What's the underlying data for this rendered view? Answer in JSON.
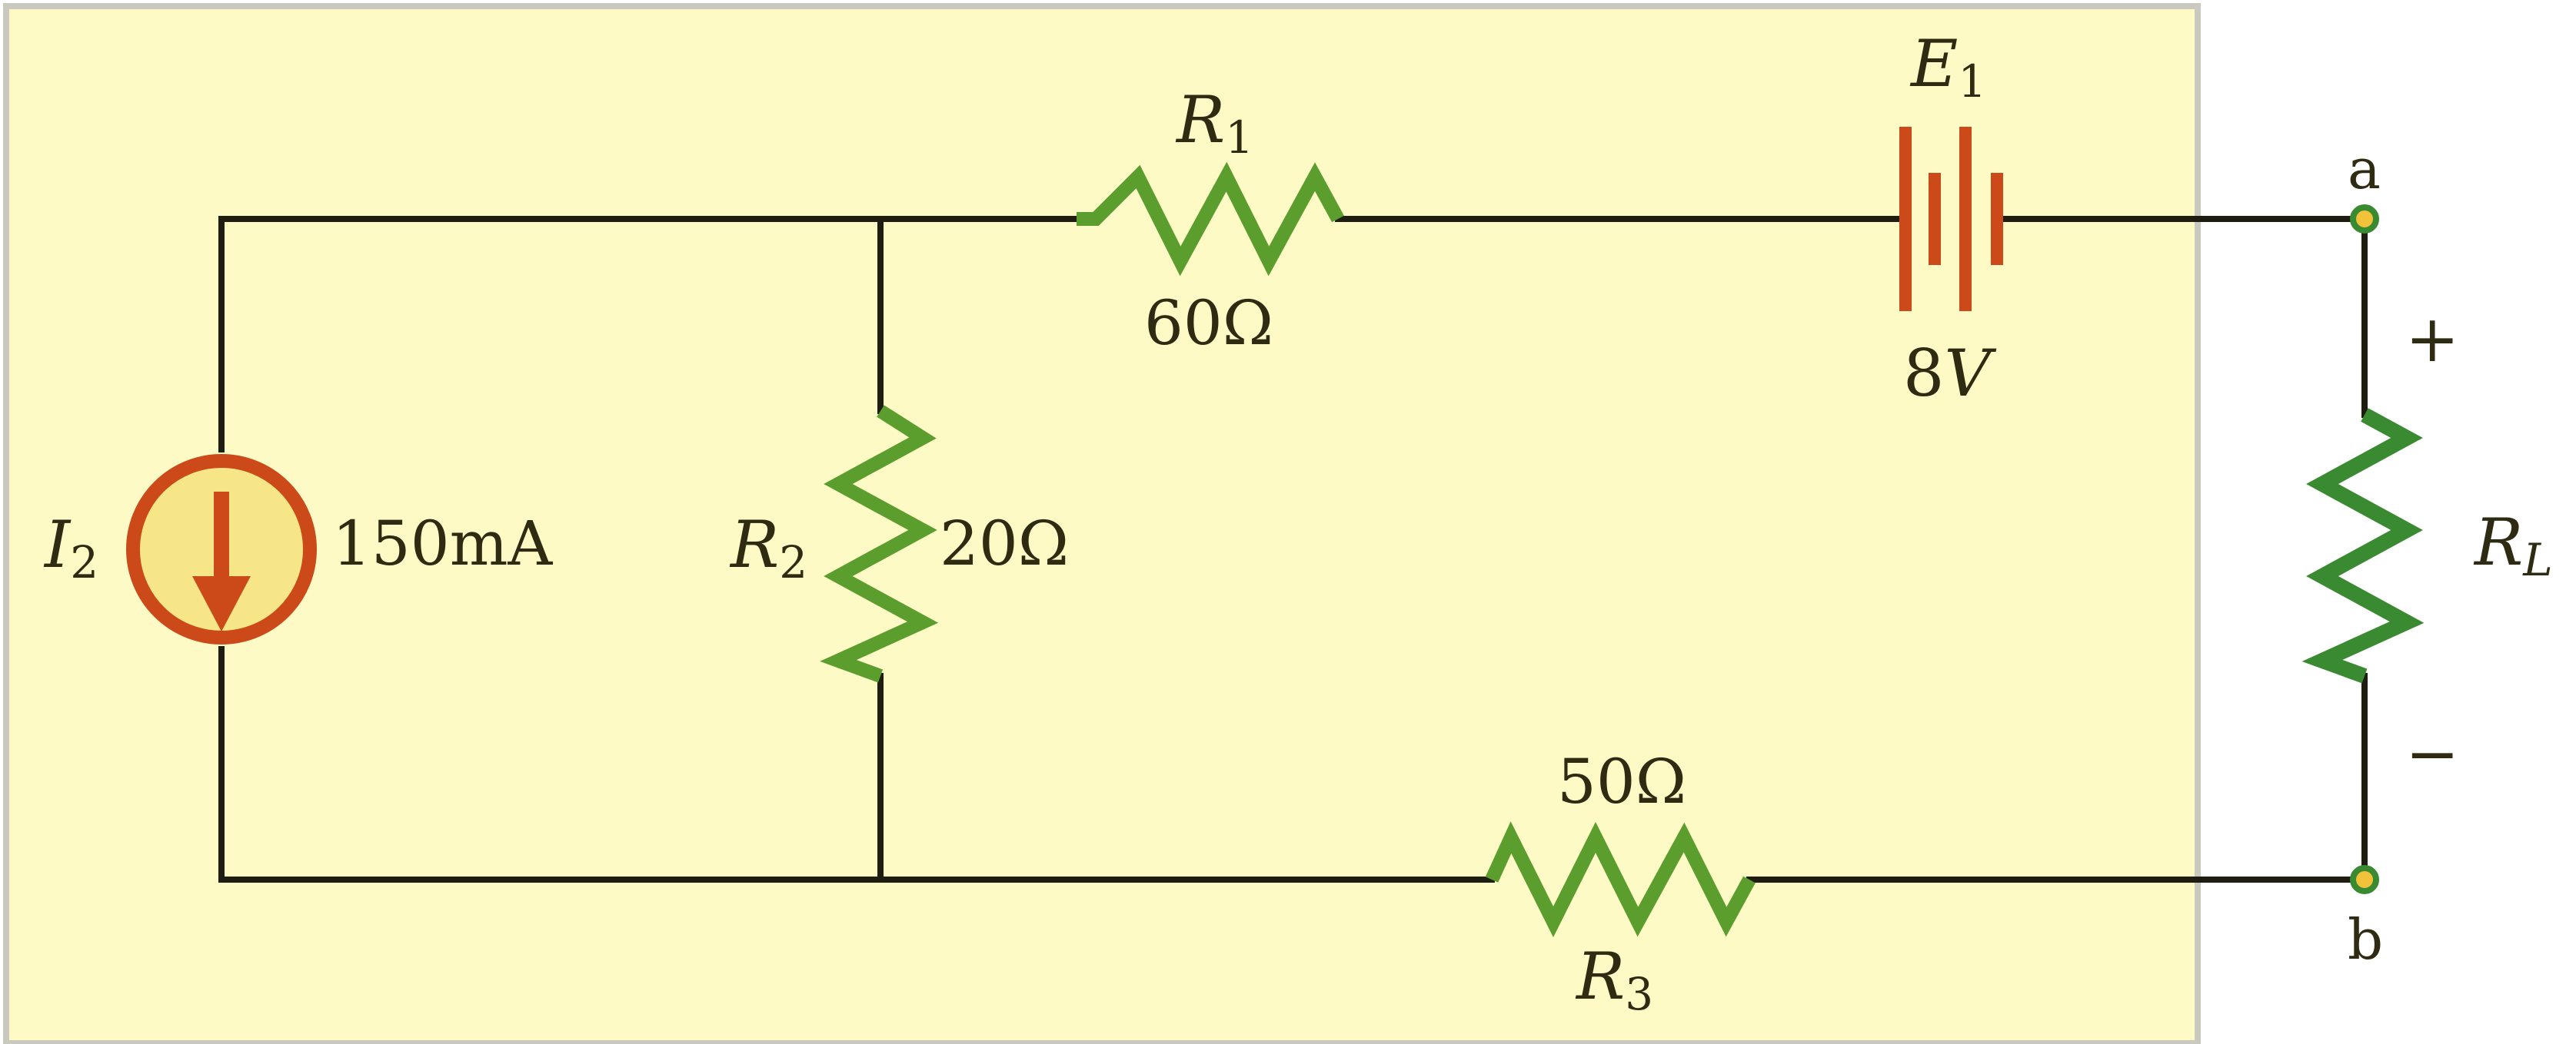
{
  "colors": {
    "box_fill": "#fdfac6",
    "box_border": "#c9c9bf",
    "wire": "#1f1d12",
    "resistor": "#5b9e2e",
    "load_resistor": "#3a8a32",
    "source": "#cc4a19",
    "source_fill": "#f7e688",
    "terminal": "#f2c23a",
    "text": "#2f2a12"
  },
  "components": {
    "I2": {
      "name_main": "I",
      "name_sub": "2",
      "value": "150mA",
      "icon": "current-source-arrow-down"
    },
    "R1": {
      "name_main": "R",
      "name_sub": "1",
      "value": "60Ω"
    },
    "R2": {
      "name_main": "R",
      "name_sub": "2",
      "value": "20Ω"
    },
    "R3": {
      "name_main": "R",
      "name_sub": "3",
      "value": "50Ω"
    },
    "E1": {
      "name_main": "E",
      "name_sub": "1",
      "value_main": "8",
      "value_unit": "V",
      "icon": "battery"
    },
    "RL": {
      "name_main": "R",
      "name_sub": "L"
    }
  },
  "terminals": {
    "a": "a",
    "b": "b"
  },
  "polarity": {
    "plus": "+",
    "minus": "−"
  }
}
